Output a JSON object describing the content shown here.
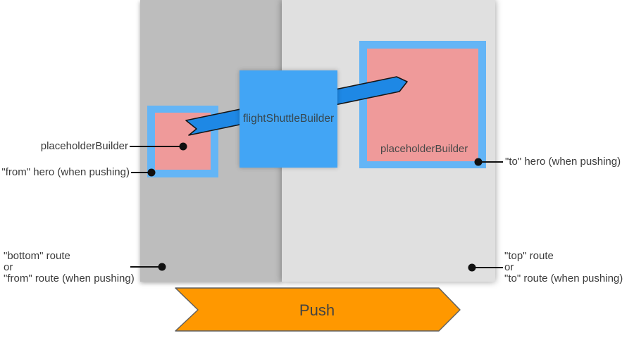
{
  "colors": {
    "route_bottom": "#BDBDBD",
    "route_top": "#E0E0E0",
    "hero_border": "#64B5F6",
    "hero_fill": "#EF9A9A",
    "shuttle_fill": "#42A5F5",
    "flight_arrow": "#1E88E5",
    "push_fill": "#FF9800",
    "text": "#3A3A3A"
  },
  "boxes": {
    "shuttle_label": "flightShuttleBuilder",
    "to_hero_placeholder_label": "placeholderBuilder"
  },
  "annotations": {
    "placeholder_left": "placeholderBuilder",
    "from_hero": "\"from\" hero (when pushing)",
    "to_hero": "\"to\" hero (when pushing)",
    "bottom_route": [
      "\"bottom\" route",
      "or",
      "\"from\" route (when pushing)"
    ],
    "top_route": [
      "\"top\" route",
      "or",
      "\"to\" route (when pushing)"
    ]
  },
  "push_label": "Push"
}
